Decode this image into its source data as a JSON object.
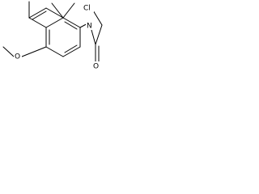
{
  "molecule": {
    "labels": {
      "chlorine": "Cl",
      "nitrogen": "N",
      "carbonyl_oxygen": "O",
      "methoxy_oxygen": "O"
    }
  },
  "colors": {
    "bonds": "#000000",
    "background": "#ffffff"
  }
}
